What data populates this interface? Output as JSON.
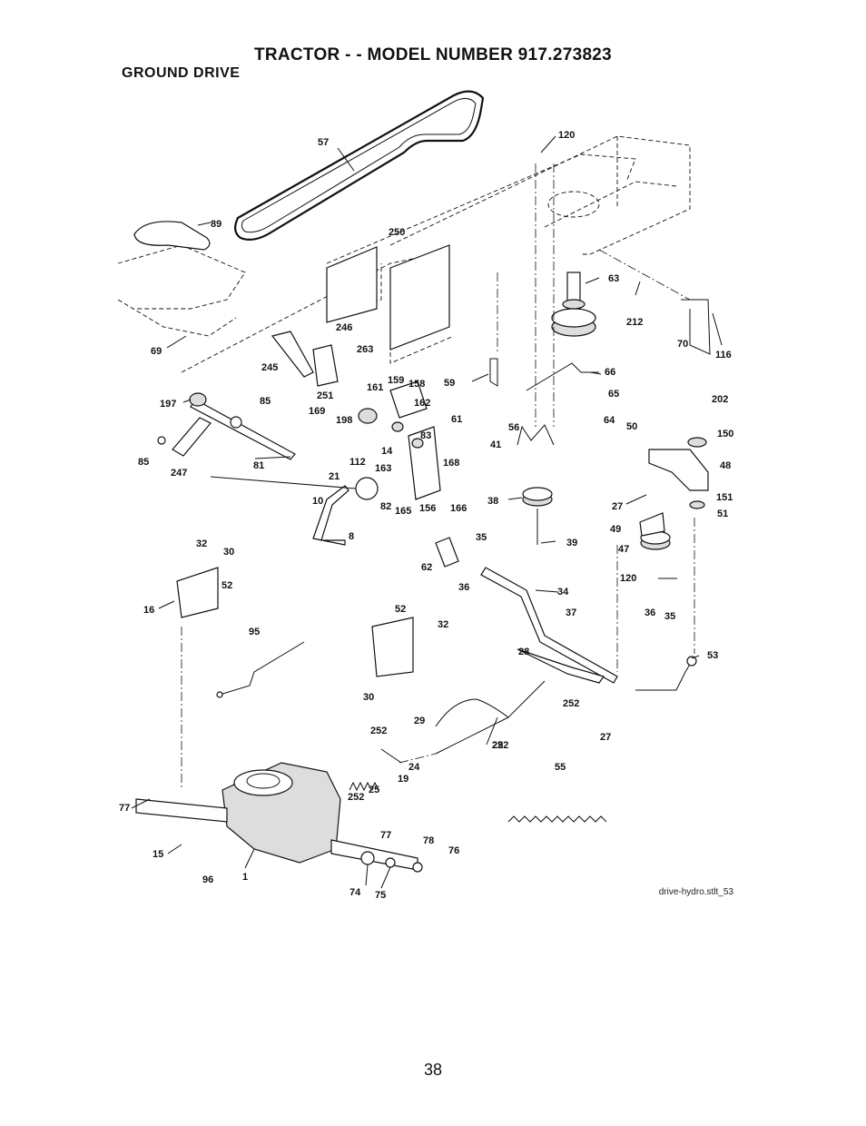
{
  "header": {
    "title": "TRACTOR - - MODEL NUMBER 917.273823",
    "section": "GROUND DRIVE"
  },
  "diagram": {
    "filename": "drive-hydro.stlt_53",
    "callouts": [
      "57",
      "120",
      "89",
      "250",
      "63",
      "212",
      "70",
      "116",
      "69",
      "246",
      "263",
      "245",
      "59",
      "66",
      "65",
      "197",
      "85",
      "251",
      "161",
      "159",
      "158",
      "162",
      "202",
      "169",
      "198",
      "61",
      "64",
      "50",
      "150",
      "83",
      "56",
      "14",
      "41",
      "85",
      "247",
      "81",
      "112",
      "163",
      "168",
      "48",
      "21",
      "10",
      "38",
      "82",
      "165",
      "156",
      "166",
      "27",
      "151",
      "8",
      "51",
      "49",
      "39",
      "35",
      "47",
      "32",
      "30",
      "62",
      "36",
      "120",
      "52",
      "16",
      "34",
      "37",
      "52",
      "36",
      "35",
      "95",
      "32",
      "53",
      "28",
      "30",
      "252",
      "29",
      "252",
      "27",
      "252",
      "22",
      "24",
      "19",
      "55",
      "25",
      "252",
      "77",
      "77",
      "78",
      "76",
      "15",
      "96",
      "1",
      "74",
      "75"
    ]
  },
  "page": {
    "number": "38"
  }
}
